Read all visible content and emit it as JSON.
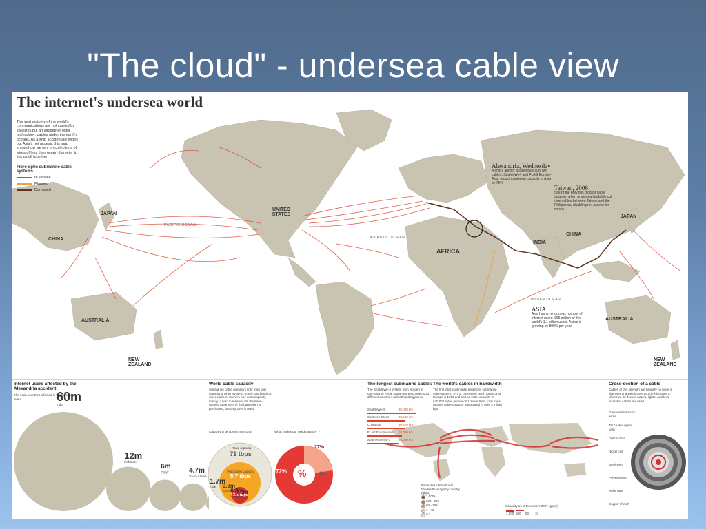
{
  "slide": {
    "title": "\"The cloud\" - undersea cable view"
  },
  "poster": {
    "title": "The internet's undersea world",
    "intro": "The vast majority of the world's communications are not carried by satellites but an altogether older technology: cables under the earth's oceans. As a ship accidentally wipes out Asia's net access, this map shows how we rely on collections of wires of less than ocean diameter to link us all together",
    "legend": {
      "title": "Fibre-optic submarine cable systems",
      "items": [
        {
          "label": "In service",
          "color": "#d9442b"
        },
        {
          "label": "Planned",
          "color": "#f0a23a"
        },
        {
          "label": "Damaged",
          "color": "#5a3322"
        }
      ]
    }
  },
  "map": {
    "labels": {
      "japan_left": "JAPAN",
      "china_left": "CHINA",
      "australia_left": "AUSTRALIA",
      "new_zealand_left": "NEW ZEALAND",
      "united_states": "UNITED STATES",
      "africa": "AFRICA",
      "india": "INDIA",
      "china_right": "CHINA",
      "japan_right": "JAPAN",
      "australia_right": "AUSTRALIA",
      "new_zealand_right": "NEW ZEALAND",
      "pacific_ocean": "PACIFIC OCEAN",
      "atlantic_ocean": "ATLANTIC OCEAN",
      "indian_ocean": "INDIAN OCEAN"
    },
    "annotations": {
      "alexandria": {
        "heading": "Alexandria, Wednesday",
        "text": "A ship's anchor accidentally cuts two cables, SeaMeWe4 and FLAG Europe-Asia, reducing internet capacity to Asia by 75%"
      },
      "taiwan": {
        "heading": "Taiwan, 2006",
        "text": "Site of the previous biggest cable disaster, when undersea landslide cut nine cables between Taiwan and the Philippines, disabling net access for weeks"
      },
      "asia": {
        "heading": "ASIA",
        "text": "Asia has an enormous number of internet users: 395 million of the world's 1.1 billion users. Asia's is growing by 800% per year"
      }
    }
  },
  "panels": {
    "users": {
      "title": "Internet users affected by the Alexandria accident",
      "subtitle": "The main countries affected in Wednesday's event",
      "stats": [
        {
          "value": "60m",
          "country": "India"
        },
        {
          "value": "12m",
          "country": "Pakistan"
        },
        {
          "value": "6m",
          "country": "Egypt"
        },
        {
          "value": "4.7m",
          "country": "Saudi Arabia"
        },
        {
          "value": "1.7m",
          "country": "UAE"
        },
        {
          "value": "0.8m",
          "country": "Kuwait"
        },
        {
          "value": "0.3m",
          "country": "Qatar"
        },
        {
          "value": "0.2m",
          "country": "Bahrain"
        }
      ]
    },
    "capacity": {
      "title": "World cable capacity",
      "text": "Submarine cable operators light from only capacity on their systems to sell bandwidth to other carriers. Carriers buy extra capacity, mainly to hold in reserve. On the trans-Atlantic route 80% of the bandwidth is purchased, but only 26% is used",
      "chart_label": "Capacity in terabytes a second",
      "total_label": "Total capacity",
      "total_value": "71 tbps",
      "purchased_label": "Purchased capacity",
      "purchased_value": "5.7 tbps",
      "used_value": "2.1 tbps",
      "used_question": "What makes up \"used capacity\"?",
      "used_pct_internet": "72%",
      "used_pct_private": "27%",
      "used_pct_other": "1%",
      "pct_symbol": "%"
    },
    "longest": {
      "title": "The longest submarine cables",
      "text": "The SeaMeWe-3 system from Norden in Germany to Keoje, South Korea connects 33 different countries with 39 landing points",
      "cables": [
        {
          "name": "SeaMeWe-3",
          "length": "39,000 km"
        },
        {
          "name": "Southern Cross",
          "length": "30,500 km"
        },
        {
          "name": "China-US",
          "length": "30,476 km"
        },
        {
          "name": "FLAG Europe-Asia",
          "length": "28,000 km"
        },
        {
          "name": "South America-1",
          "length": "25,000 km"
        }
      ]
    },
    "bandwidth": {
      "title": "The world's cables in bandwidth",
      "text": "The first inter-continental telephony submarine cable system, TAT-1, connected North America to Europe in 1956 and had an initial capacity of 640,000 bytes per second. Since then, total trans-Atlantic cable capacity has soared to over 3 trillion bps",
      "legend_title": "Estimated international bandwidth usage by country (gbps)",
      "legend_items": [
        "1,000+",
        "200 - 999",
        "50 - 199",
        "1 - 49",
        "0.1"
      ],
      "scale_title": "Capacity as of December 2007 (gbps)",
      "scale_items": [
        "1,000",
        "500",
        "50",
        "10"
      ]
    },
    "cross_section": {
      "title": "Cross-section of a cable",
      "text": "Cables of this strength are typically no more in diameter and weigh over 10,000 kilograms a kilometre. In deeper waters, lighter and less insulated cables are used",
      "layers": [
        "Galvanised armour wires",
        "Tar coated nylon yarn",
        "Optical fibre",
        "Nickel coil",
        "Steel wire",
        "Polyethylene",
        "Mylar tape",
        "Copper sheath"
      ]
    }
  },
  "colors": {
    "cable_in_service": "#d9442b",
    "cable_planned": "#f0a23a",
    "cable_damaged": "#5a3322",
    "land": "#c9c4b2",
    "bubble": "#c7c2ad"
  }
}
